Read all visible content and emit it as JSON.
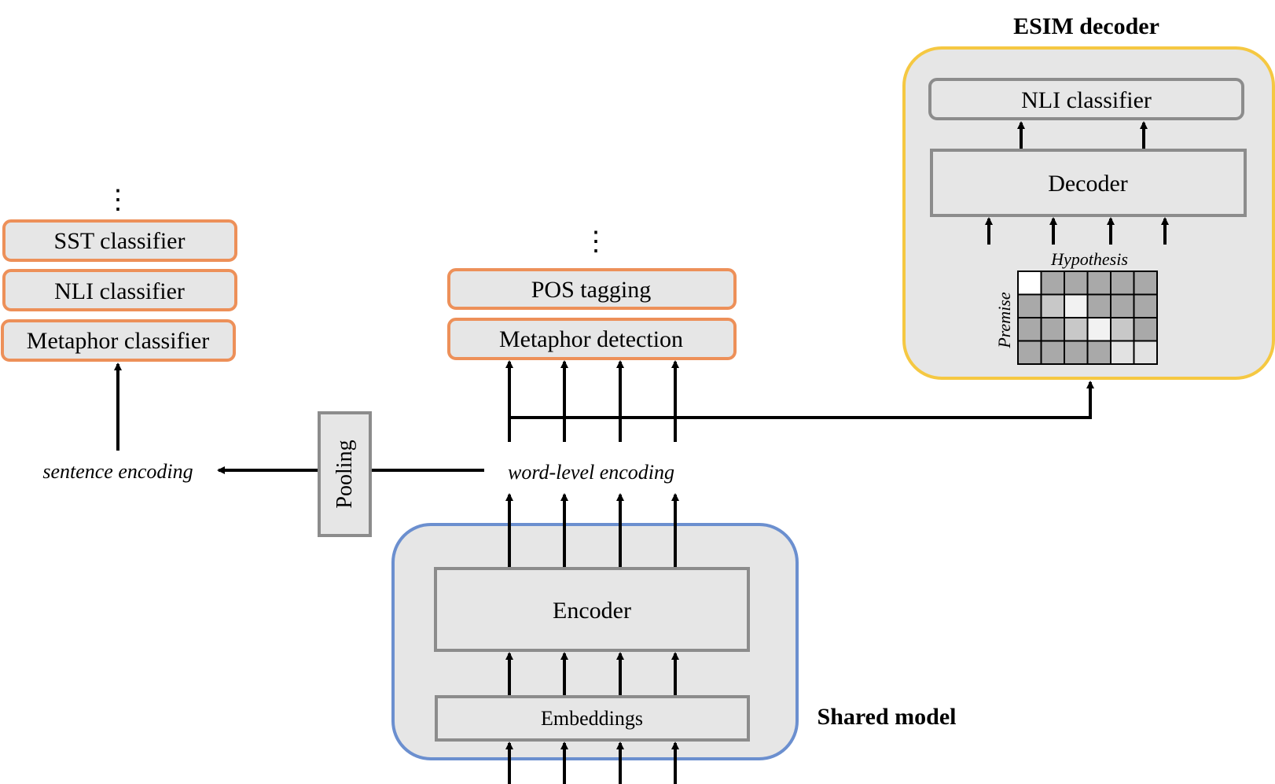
{
  "left_stack": {
    "ellipsis": "⋮",
    "sst_classifier": "SST classifier",
    "nli_classifier": "NLI classifier",
    "metaphor_classifier": "Metaphor classifier"
  },
  "middle_stack": {
    "ellipsis": "⋮",
    "pos_tagging": "POS tagging",
    "metaphor_detection": "Metaphor detection"
  },
  "encodings": {
    "sentence_encoding": "sentence encoding",
    "word_level_encoding": "word-level encoding",
    "pooling": "Pooling"
  },
  "shared_model": {
    "title": "Shared model",
    "encoder": "Encoder",
    "embeddings": "Embeddings"
  },
  "esim_decoder": {
    "title": "ESIM decoder",
    "nli_classifier": "NLI classifier",
    "decoder": "Decoder",
    "hypothesis": "Hypothesis",
    "premise": "Premise",
    "attention_grid": [
      [
        "#ffffff",
        "#a9a9a9",
        "#a9a9a9",
        "#a9a9a9",
        "#a9a9a9",
        "#a9a9a9"
      ],
      [
        "#a9a9a9",
        "#c8c8c8",
        "#f2f2f2",
        "#a9a9a9",
        "#a9a9a9",
        "#a9a9a9"
      ],
      [
        "#a9a9a9",
        "#a9a9a9",
        "#c8c8c8",
        "#f2f2f2",
        "#c8c8c8",
        "#a9a9a9"
      ],
      [
        "#a9a9a9",
        "#a9a9a9",
        "#a9a9a9",
        "#a9a9a9",
        "#e2e2e2",
        "#e2e2e2"
      ]
    ]
  },
  "colors": {
    "orange_border": "#ed9059",
    "blue_border": "#6b8fcf",
    "yellow_border": "#f5c842",
    "gray_border": "#8c8c8c",
    "box_fill": "#e6e6e6"
  }
}
